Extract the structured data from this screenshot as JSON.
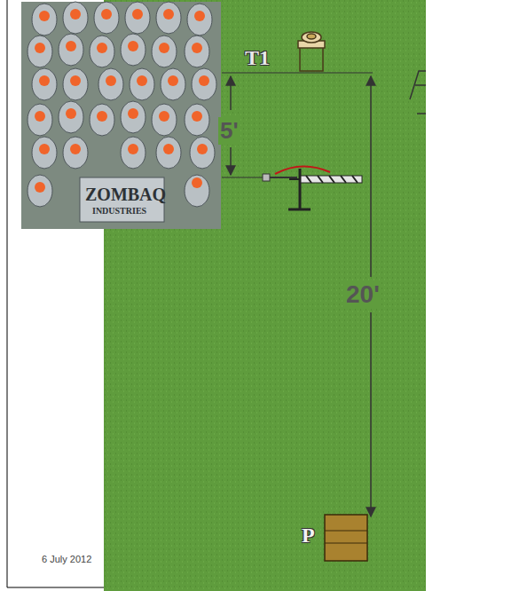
{
  "diagram": {
    "labels": [
      "T1",
      "5'",
      "20'",
      "P",
      "ZOMBAQ",
      "INDUSTRIES",
      "6 July 2012"
    ]
  }
}
